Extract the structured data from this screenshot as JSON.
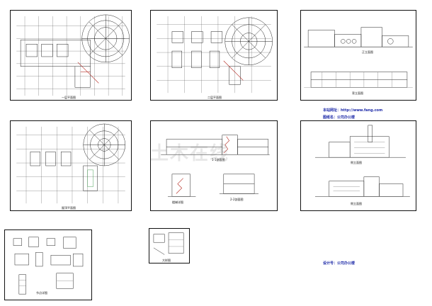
{
  "sheets": {
    "plan1": {
      "caption": "一层平面图"
    },
    "plan2": {
      "caption": "二层平面图"
    },
    "elev_top": {
      "caption_a": "正立面图",
      "caption_b": "背立面图"
    },
    "plan3": {
      "caption": "屋顶平面图"
    },
    "section": {
      "caption_a": "1-1剖面图",
      "caption_b": "楼梯详图",
      "caption_c": "2-2剖面图"
    },
    "elev_bottom": {
      "caption_a": "侧立面图",
      "caption_b": "侧立面图"
    },
    "details": {
      "caption": "节点详图"
    },
    "small": {
      "caption": "大样图"
    }
  },
  "notes": {
    "site": "本站网址：http://www.fang.com",
    "name": "图纸名：公司办公楼",
    "design": "设计号：公司办公楼"
  },
  "watermark": "土木在线"
}
